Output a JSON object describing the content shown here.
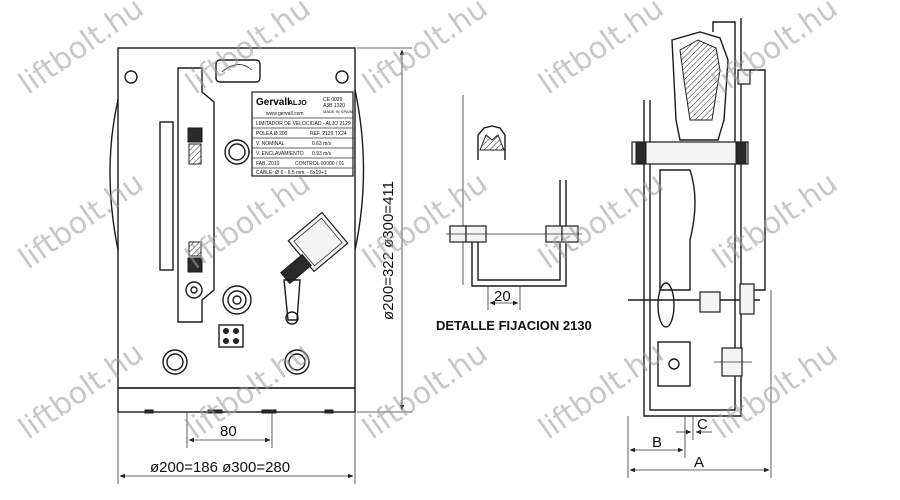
{
  "watermark": "liftbolt.hu",
  "left_view": {
    "dim_height": "ø200=322 ø300=411",
    "dim_offset": "80",
    "dim_width": "ø200=186    ø300=280"
  },
  "nameplate": {
    "brand": "Gervall",
    "logo_mark": "ALJO",
    "ce_mark": "CE 0029",
    "standard": "A3B 1320",
    "origin": "MADE IN SPAIN",
    "website": "www.gervall.com",
    "title": "LIMITADOR DE VELOCIDAD - ALJO 2129",
    "row1_label": "POLEA Ø 200",
    "row1_value": "REF. 2129.TX24",
    "row2_label": "V. NOMINAL",
    "row2_value": "0.63 m/s",
    "row3_label": "V. ENCLAVAMIENTO",
    "row3_value": "0.93 m/s",
    "row4_label": "FAB. 2010",
    "row4_value": "CONTROL 00000 / 01",
    "row5_label": "CABLE: Ø 6 - 6.5 mm. - 6x19+1"
  },
  "detail": {
    "caption": "DETALLE FIJACION 2130",
    "dim": "20"
  },
  "side_view": {
    "dim_a": "A",
    "dim_b": "B",
    "dim_c": "C"
  }
}
